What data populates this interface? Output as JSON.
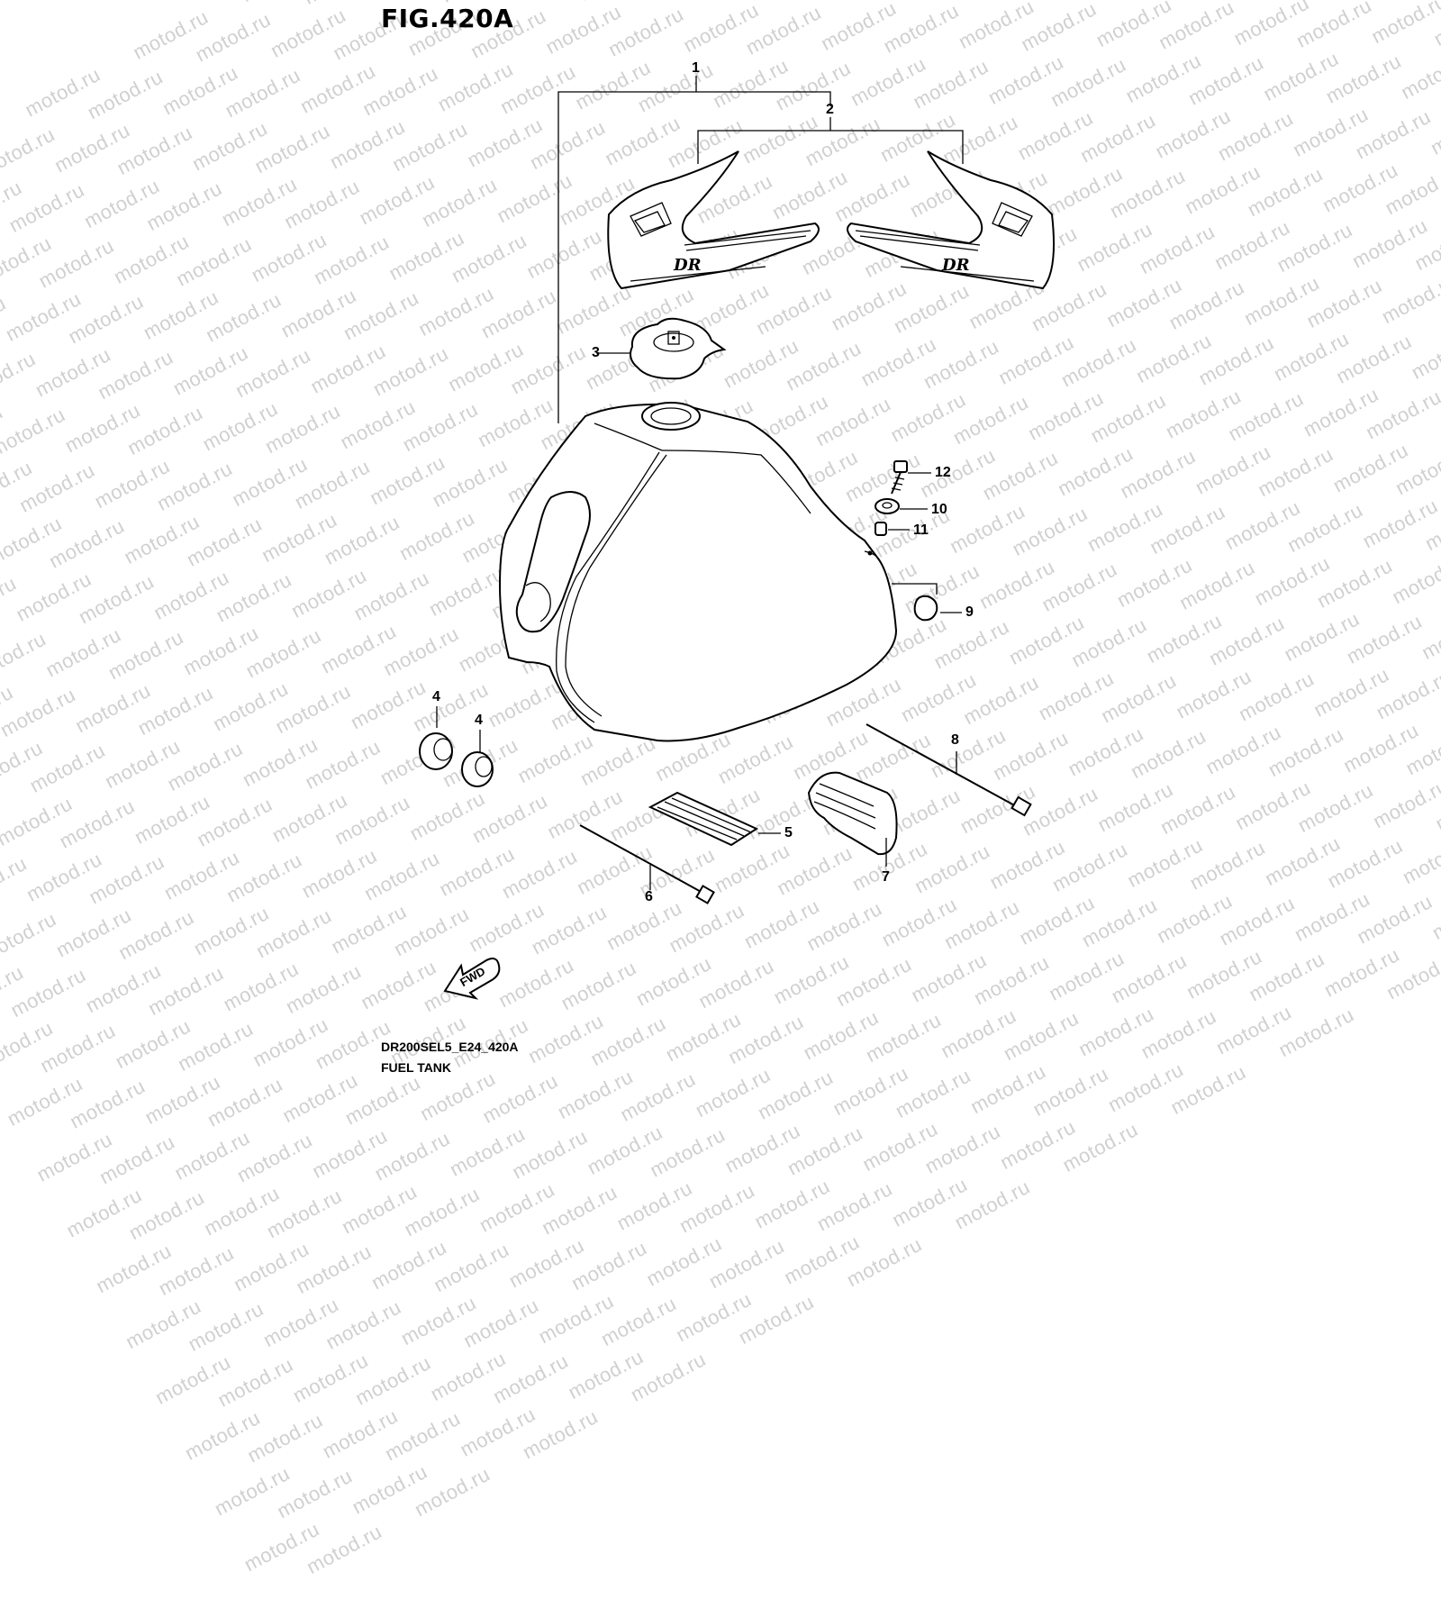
{
  "figure": {
    "title": "FIG.420A",
    "drawing_code": "DR200SEL5_E24_420A",
    "name": "FUEL TANK"
  },
  "watermark": "motod.ru",
  "fwd_label": "FWD",
  "decal_text": "DR",
  "callouts": {
    "c1": "1",
    "c2": "2",
    "c3": "3",
    "c4a": "4",
    "c4b": "4",
    "c5": "5",
    "c6": "6",
    "c7": "7",
    "c8": "8",
    "c9": "9",
    "c10": "10",
    "c11": "11",
    "c12": "12"
  }
}
